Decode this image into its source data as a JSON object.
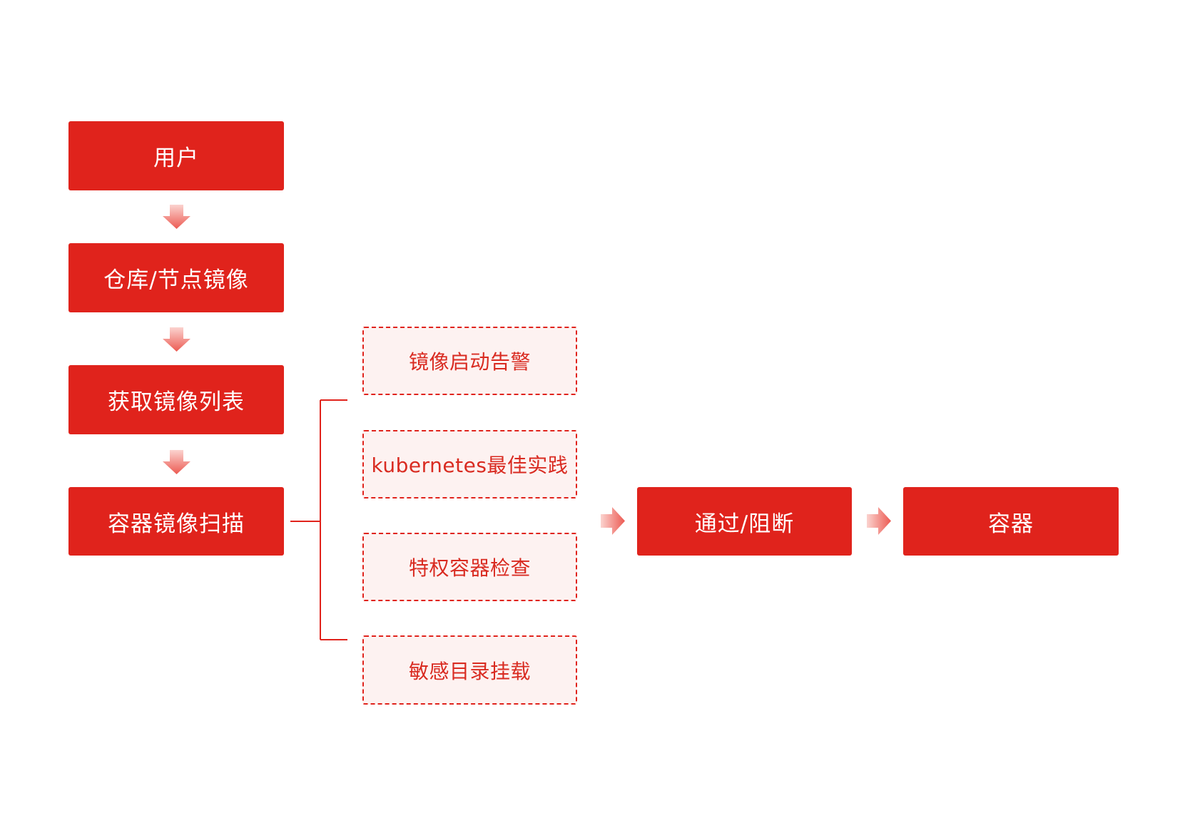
{
  "diagram": {
    "flow": {
      "user": "用户",
      "registry_image": "仓库/节点镜像",
      "image_list": "获取镜像列表",
      "image_scan": "容器镜像扫描",
      "pass_block": "通过/阻断",
      "container": "容器"
    },
    "checks": [
      "镜像启动告警",
      "kubernetes最佳实践",
      "特权容器检查",
      "敏感目录挂载"
    ],
    "colors": {
      "primary": "#e0231c",
      "check_background": "#fdf2f1",
      "check_text": "#d92b21",
      "arrow_light": "#f7b4af"
    }
  }
}
